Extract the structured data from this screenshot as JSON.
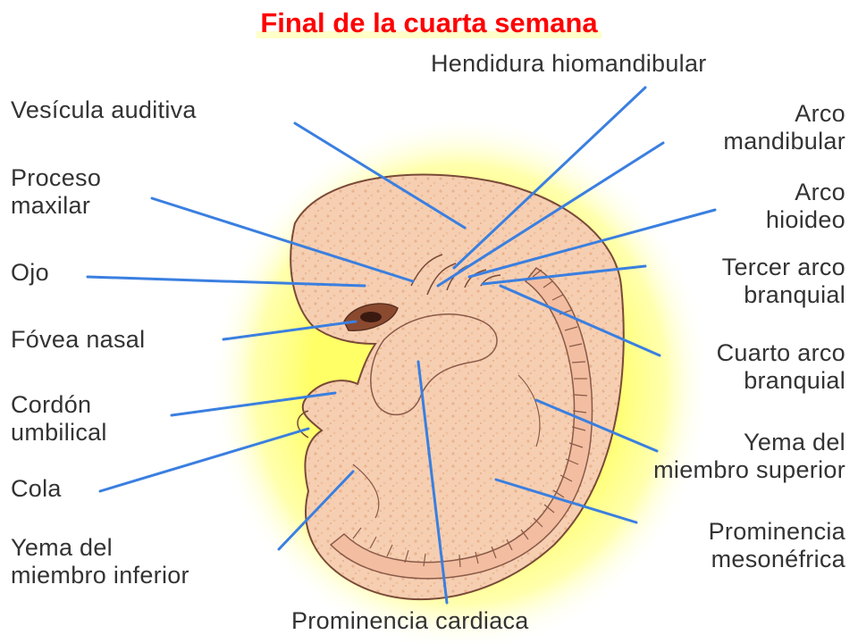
{
  "title": "Final de la cuarta semana",
  "colors": {
    "title": "#ff0000",
    "leader": "#3a7fe0",
    "embryo": "#f5c9a8",
    "glow": "#ffff70",
    "text": "#333333"
  },
  "labels": {
    "hendidura_hiomandibular": "Hendidura hiomandibular",
    "vesicula_auditiva": "Vesícula auditiva",
    "arco_mandibular": "Arco\nmandibular",
    "proceso_maxilar": "Proceso\nmaxilar",
    "arco_hioideo": "Arco\nhioideo",
    "ojo": "Ojo",
    "tercer_arco_branquial": "Tercer arco\nbranquial",
    "fovea_nasal": "Fóvea nasal",
    "cuarto_arco_branquial": "Cuarto arco\nbranquial",
    "cordon_umbilical": "Cordón\numbilical",
    "yema_miembro_superior": "Yema del\nmiembro superior",
    "cola": "Cola",
    "prominencia_mesonefrica": "Prominencia\nmesonéfrica",
    "yema_miembro_inferior": "Yema del\nmiembro inferior",
    "prominencia_cardiaca": "Prominencia cardiaca"
  }
}
